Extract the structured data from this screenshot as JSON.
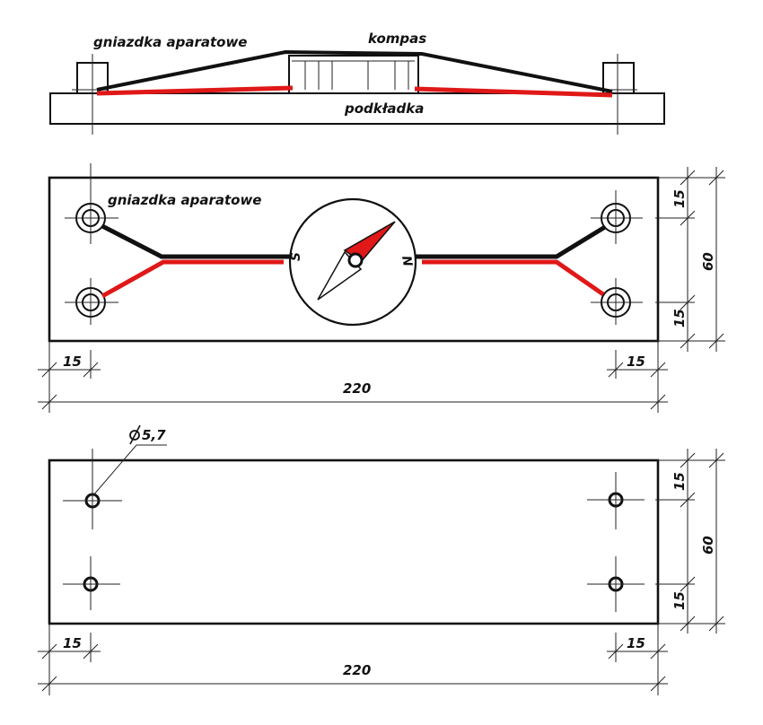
{
  "side_view": {
    "label_sockets": "gniazdka aparatowe",
    "label_compass": "kompas",
    "label_pad": "podkładka"
  },
  "top_view": {
    "label_sockets": "gniazdka aparatowe",
    "compass_south": "S",
    "compass_north": "N",
    "dim_top_offset": "15",
    "dim_height": "60",
    "dim_bottom_offset": "15",
    "dim_left_offset": "15",
    "dim_right_offset": "15",
    "dim_width": "220"
  },
  "bottom_view": {
    "hole_diameter": "5,7",
    "dim_top_offset": "15",
    "dim_height": "60",
    "dim_bottom_offset": "15",
    "dim_left_offset": "15",
    "dim_right_offset": "15",
    "dim_width": "220"
  },
  "colors": {
    "wire_black": "#111111",
    "wire_red": "#e01818"
  }
}
